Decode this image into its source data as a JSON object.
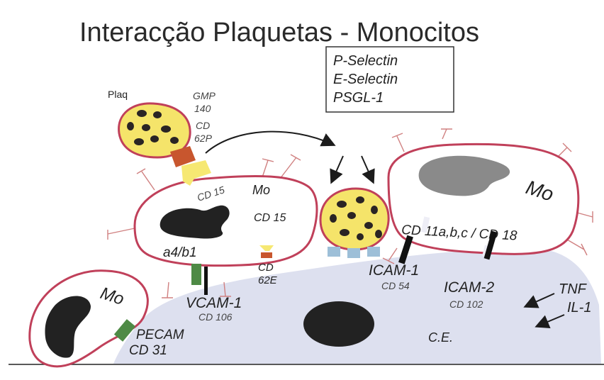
{
  "title": "Interacção Plaquetas - Monocitos",
  "legend_box": {
    "line1": "P-Selectin",
    "line2": "E-Selectin",
    "line3": "PSGL-1"
  },
  "labels": {
    "plaq": "Plaq",
    "gmp": "GMP",
    "n140": "140",
    "cd": "CD",
    "cd62p": "62P",
    "mo_center_cd15_top": "CD 15",
    "mo_center": "Mo",
    "mo_center_cd15": "CD 15",
    "a4b1": "a4/b1",
    "cd62e_cd": "CD",
    "cd62e_num": "62E",
    "vcam": "VCAM-1",
    "vcam_cd": "CD 106",
    "icam1": "ICAM-1",
    "icam1_cd": "CD 54",
    "icam2": "ICAM-2",
    "icam2_cd": "CD 102",
    "mo_right": "Mo",
    "mo_right_cd": "CD 11a,b,c / CD 18",
    "tnf": "TNF",
    "il1": "IL-1",
    "ce": "C.E.",
    "mo_left": "Mo",
    "pecam": "PECAM",
    "pecam_cd": "CD 31"
  },
  "colors": {
    "cell_outline": "#c0405a",
    "platelet_fill": "#f5e46a",
    "granule": "#2a2424",
    "endothelium": "#dde0ef",
    "nucleus_dark": "#222222",
    "nucleus_grey": "#8a8a8a",
    "selectin_red": "#c8562e",
    "selectin_yellow": "#f6e872",
    "vcam_green": "#4e8a45",
    "receptor_blue": "#9dbfd8"
  },
  "icons": {
    "arrow": "arrow-icon",
    "receptor": "receptor-icon"
  }
}
